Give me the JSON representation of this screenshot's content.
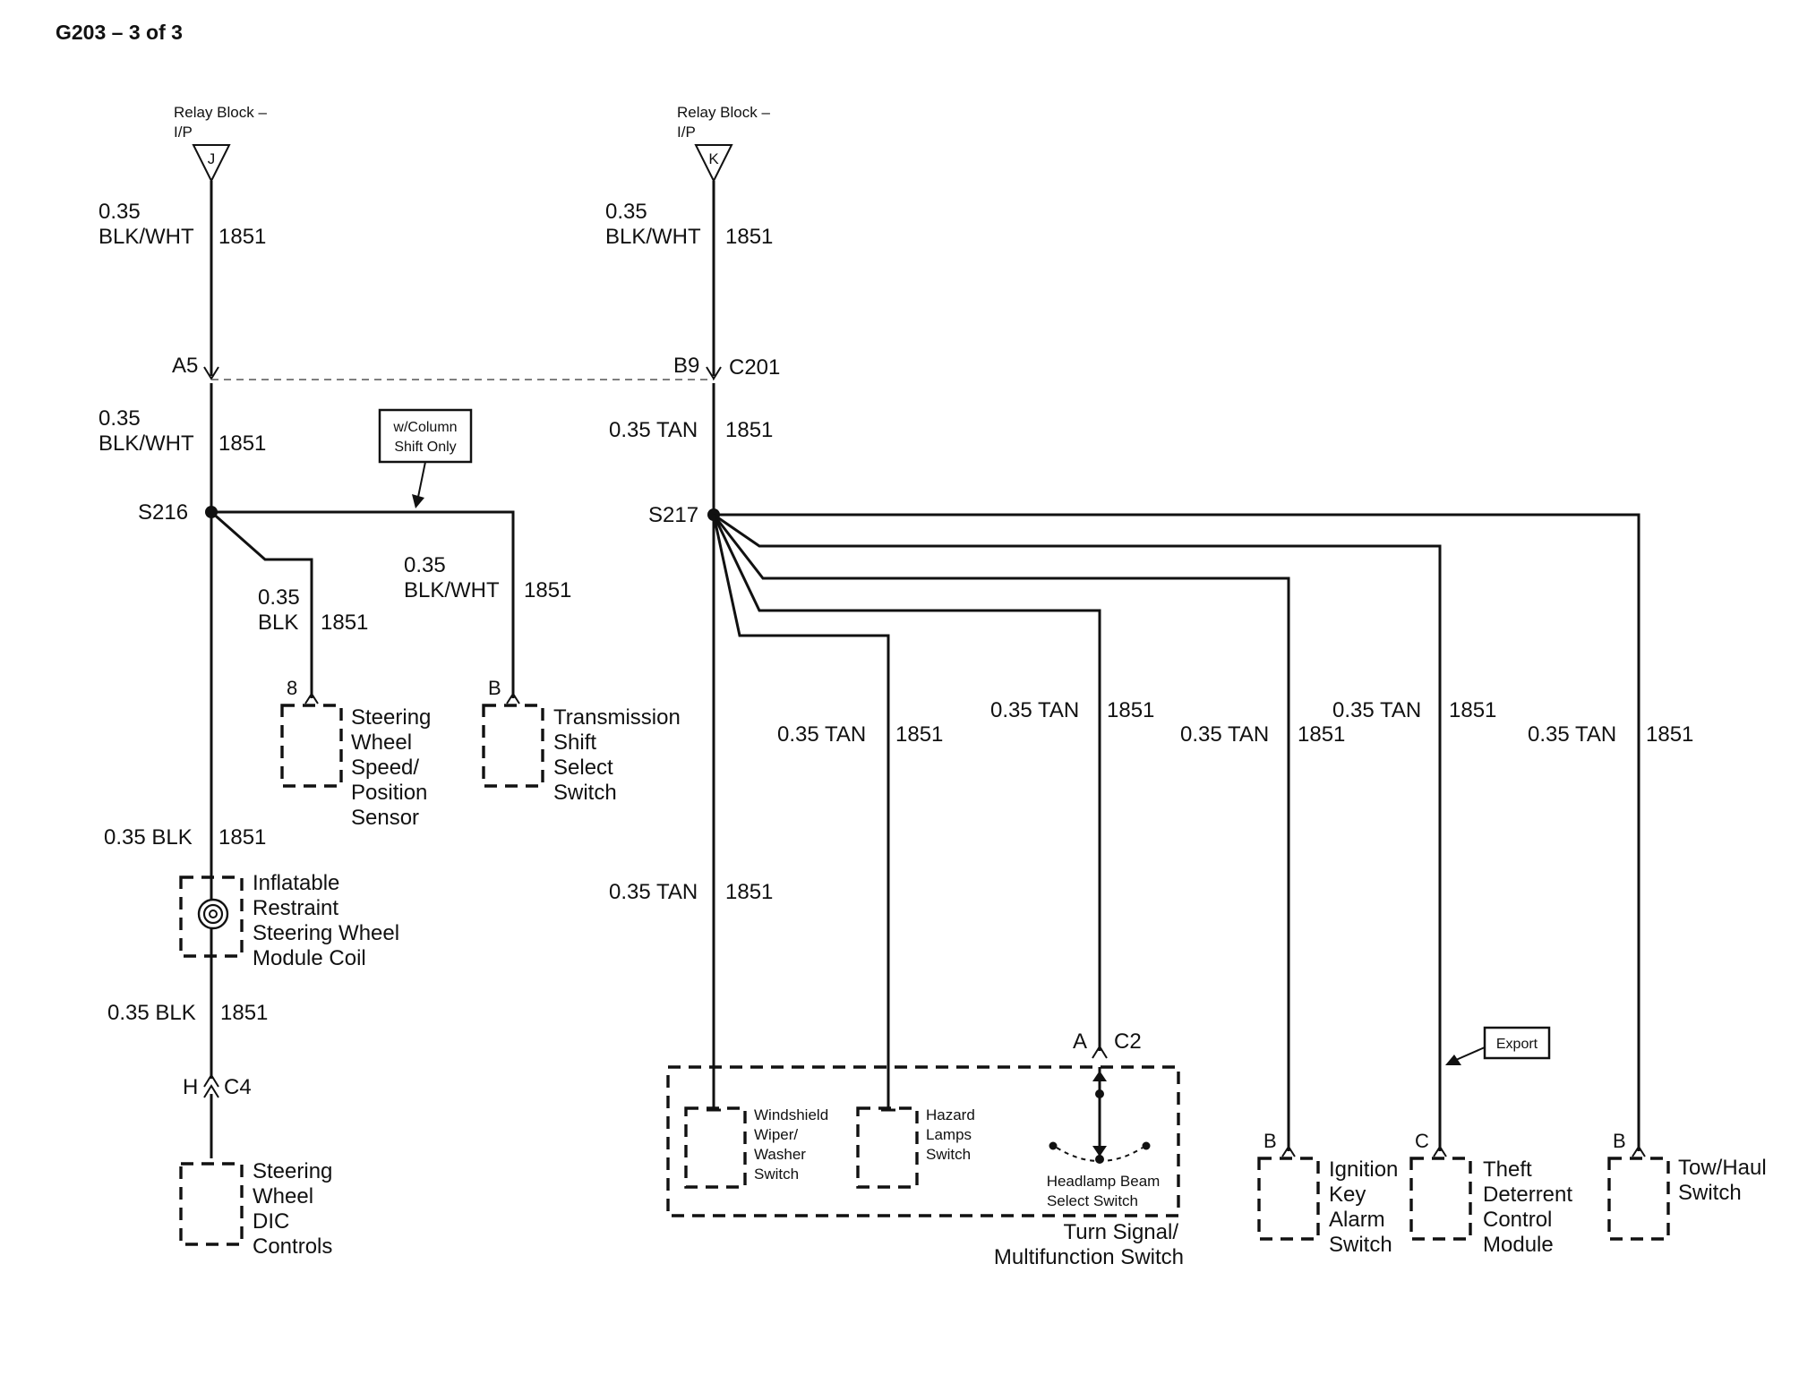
{
  "title": "G203 – 3 of 3",
  "relay_left": {
    "line1": "Relay Block –",
    "line2": "I/P",
    "pin": "J"
  },
  "relay_right": {
    "line1": "Relay Block –",
    "line2": "I/P",
    "pin": "K"
  },
  "wire": {
    "size": "0.35",
    "blkwht": "BLK/WHT",
    "blk": "BLK",
    "circuit": "1851",
    "blk_label": "0.35 BLK",
    "tan_label": "0.35 TAN"
  },
  "connectors": {
    "a5": "A5",
    "b9": "B9",
    "c201": "C201",
    "h": "H",
    "c4": "C4",
    "a": "A",
    "c2": "C2",
    "pin_8": "8",
    "pin_b": "B",
    "pin_c": "C"
  },
  "splices": {
    "s216": "S216",
    "s217": "S217"
  },
  "notes": {
    "column_line1": "w/Column",
    "column_line2": "Shift Only",
    "export": "Export"
  },
  "components": {
    "sws_sensor": [
      "Steering",
      "Wheel",
      "Speed/",
      "Position",
      "Sensor"
    ],
    "trans_switch": [
      "Transmission",
      "Shift",
      "Select",
      "Switch"
    ],
    "coil": [
      "Inflatable",
      "Restraint",
      "Steering Wheel",
      "Module Coil"
    ],
    "dic": [
      "Steering",
      "Wheel",
      "DIC",
      "Controls"
    ],
    "wiper": [
      "Windshield",
      "Wiper/",
      "Washer",
      "Switch"
    ],
    "hazard": [
      "Hazard",
      "Lamps",
      "Switch"
    ],
    "headlamp": [
      "Headlamp Beam",
      "Select Switch"
    ],
    "turn_signal": [
      "Turn Signal/",
      "Multifunction Switch"
    ],
    "ignition": [
      "Ignition",
      "Key",
      "Alarm",
      "Switch"
    ],
    "theft": [
      "Theft",
      "Deterrent",
      "Control",
      "Module"
    ],
    "towhaul": [
      "Tow/Haul",
      "Switch"
    ]
  }
}
